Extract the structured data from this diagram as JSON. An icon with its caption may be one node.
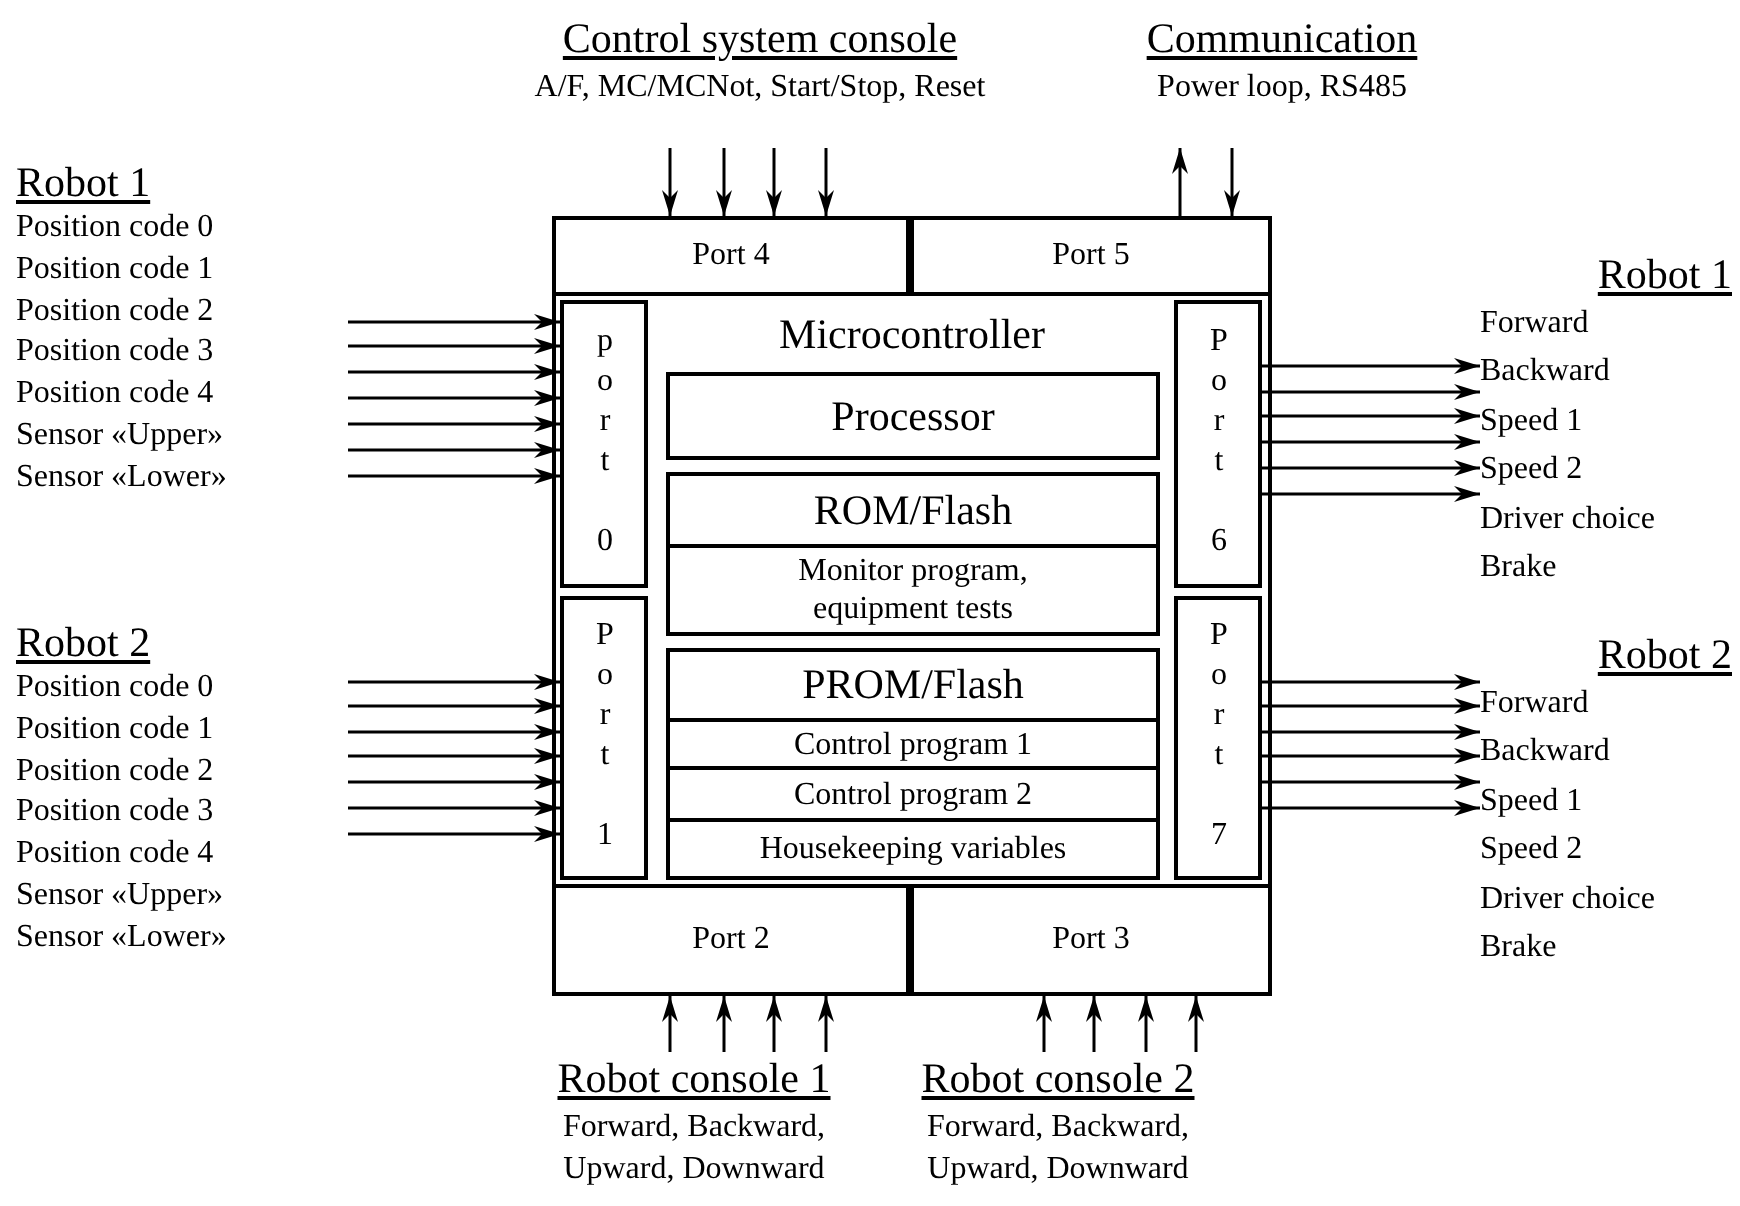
{
  "diagram": {
    "nodes": [
      {
        "text": [
          "Microcontroller"
        ]
      },
      {
        "text": [
          "Port 4"
        ],
        "in": 0
      },
      {
        "text": [
          "Port 5"
        ],
        "in": 0
      },
      {
        "text": [
          "port 0"
        ],
        "in": 0
      },
      {
        "text": [
          "Processor"
        ],
        "in": 0
      },
      {
        "text": [
          "ROM/Flash",
          "Monitor program, equipment tests"
        ],
        "in": 0
      },
      {
        "text": [
          "Port 6"
        ],
        "in": 0
      },
      {
        "text": [
          "Port 1"
        ],
        "in": 0
      },
      {
        "text": [
          "PROM/Flash",
          "Control program 1",
          "Control program 2",
          "Housekeeping variables"
        ],
        "in": 0
      },
      {
        "text": [
          "Port 7"
        ],
        "in": 0
      },
      {
        "text": [
          "Port 2"
        ],
        "in": 0
      },
      {
        "text": [
          "Port 3"
        ],
        "in": 0
      },
      {
        "text": [
          "Control system console",
          "A/F, MC/MCNot, Start/Stop, Reset"
        ]
      },
      {
        "text": [
          "Communication",
          "Power loop, RS485"
        ]
      },
      {
        "text": [
          "Robot 1",
          "Position code 0",
          "Position code 1",
          "Position code 2",
          "Position code 3",
          "Position code 4",
          "Sensor «Upper»",
          "Sensor «Lower»"
        ]
      },
      {
        "text": [
          "Robot 2",
          "Position code 0",
          "Position code 1",
          "Position code 2",
          "Position code 3",
          "Position code 4",
          "Sensor «Upper»",
          "Sensor «Lower»"
        ]
      },
      {
        "text": [
          "Robot 1",
          "Forward",
          "Backward",
          "Speed 1",
          "Speed 2",
          "Driver choice",
          "Brake"
        ]
      },
      {
        "text": [
          "Robot 2",
          "Forward",
          "Backward",
          "Speed 1",
          "Speed 2",
          "Driver choice",
          "Brake"
        ]
      },
      {
        "text": [
          "Robot console 1",
          "Forward, Backward, Upward, Downward"
        ]
      },
      {
        "text": [
          "Robot console 2",
          "Forward, Backward, Upward, Downward"
        ]
      }
    ],
    "edges": [
      {
        "from": 12,
        "to": 1,
        "arrow": "to"
      },
      {
        "from": 12,
        "to": 1,
        "arrow": "to"
      },
      {
        "from": 12,
        "to": 1,
        "arrow": "to"
      },
      {
        "from": 12,
        "to": 1,
        "arrow": "to"
      },
      {
        "from": 2,
        "to": 13,
        "arrow": "to"
      },
      {
        "from": 13,
        "to": 2,
        "arrow": "to"
      },
      {
        "from": 14,
        "to": 3,
        "arrow": "to"
      },
      {
        "from": 14,
        "to": 3,
        "arrow": "to"
      },
      {
        "from": 14,
        "to": 3,
        "arrow": "to"
      },
      {
        "from": 14,
        "to": 3,
        "arrow": "to"
      },
      {
        "from": 14,
        "to": 3,
        "arrow": "to"
      },
      {
        "from": 14,
        "to": 3,
        "arrow": "to"
      },
      {
        "from": 14,
        "to": 3,
        "arrow": "to"
      },
      {
        "from": 15,
        "to": 7,
        "arrow": "to"
      },
      {
        "from": 15,
        "to": 7,
        "arrow": "to"
      },
      {
        "from": 15,
        "to": 7,
        "arrow": "to"
      },
      {
        "from": 15,
        "to": 7,
        "arrow": "to"
      },
      {
        "from": 15,
        "to": 7,
        "arrow": "to"
      },
      {
        "from": 15,
        "to": 7,
        "arrow": "to"
      },
      {
        "from": 15,
        "to": 7,
        "arrow": "to"
      },
      {
        "from": 6,
        "to": 16,
        "arrow": "to"
      },
      {
        "from": 6,
        "to": 16,
        "arrow": "to"
      },
      {
        "from": 6,
        "to": 16,
        "arrow": "to"
      },
      {
        "from": 6,
        "to": 16,
        "arrow": "to"
      },
      {
        "from": 6,
        "to": 16,
        "arrow": "to"
      },
      {
        "from": 6,
        "to": 16,
        "arrow": "to"
      },
      {
        "from": 9,
        "to": 17,
        "arrow": "to"
      },
      {
        "from": 9,
        "to": 17,
        "arrow": "to"
      },
      {
        "from": 9,
        "to": 17,
        "arrow": "to"
      },
      {
        "from": 9,
        "to": 17,
        "arrow": "to"
      },
      {
        "from": 9,
        "to": 17,
        "arrow": "to"
      },
      {
        "from": 9,
        "to": 17,
        "arrow": "to"
      },
      {
        "from": 18,
        "to": 10,
        "arrow": "to"
      },
      {
        "from": 18,
        "to": 10,
        "arrow": "to"
      },
      {
        "from": 18,
        "to": 10,
        "arrow": "to"
      },
      {
        "from": 18,
        "to": 10,
        "arrow": "to"
      },
      {
        "from": 19,
        "to": 11,
        "arrow": "to"
      },
      {
        "from": 19,
        "to": 11,
        "arrow": "to"
      },
      {
        "from": 19,
        "to": 11,
        "arrow": "to"
      },
      {
        "from": 19,
        "to": 11,
        "arrow": "to"
      }
    ]
  }
}
